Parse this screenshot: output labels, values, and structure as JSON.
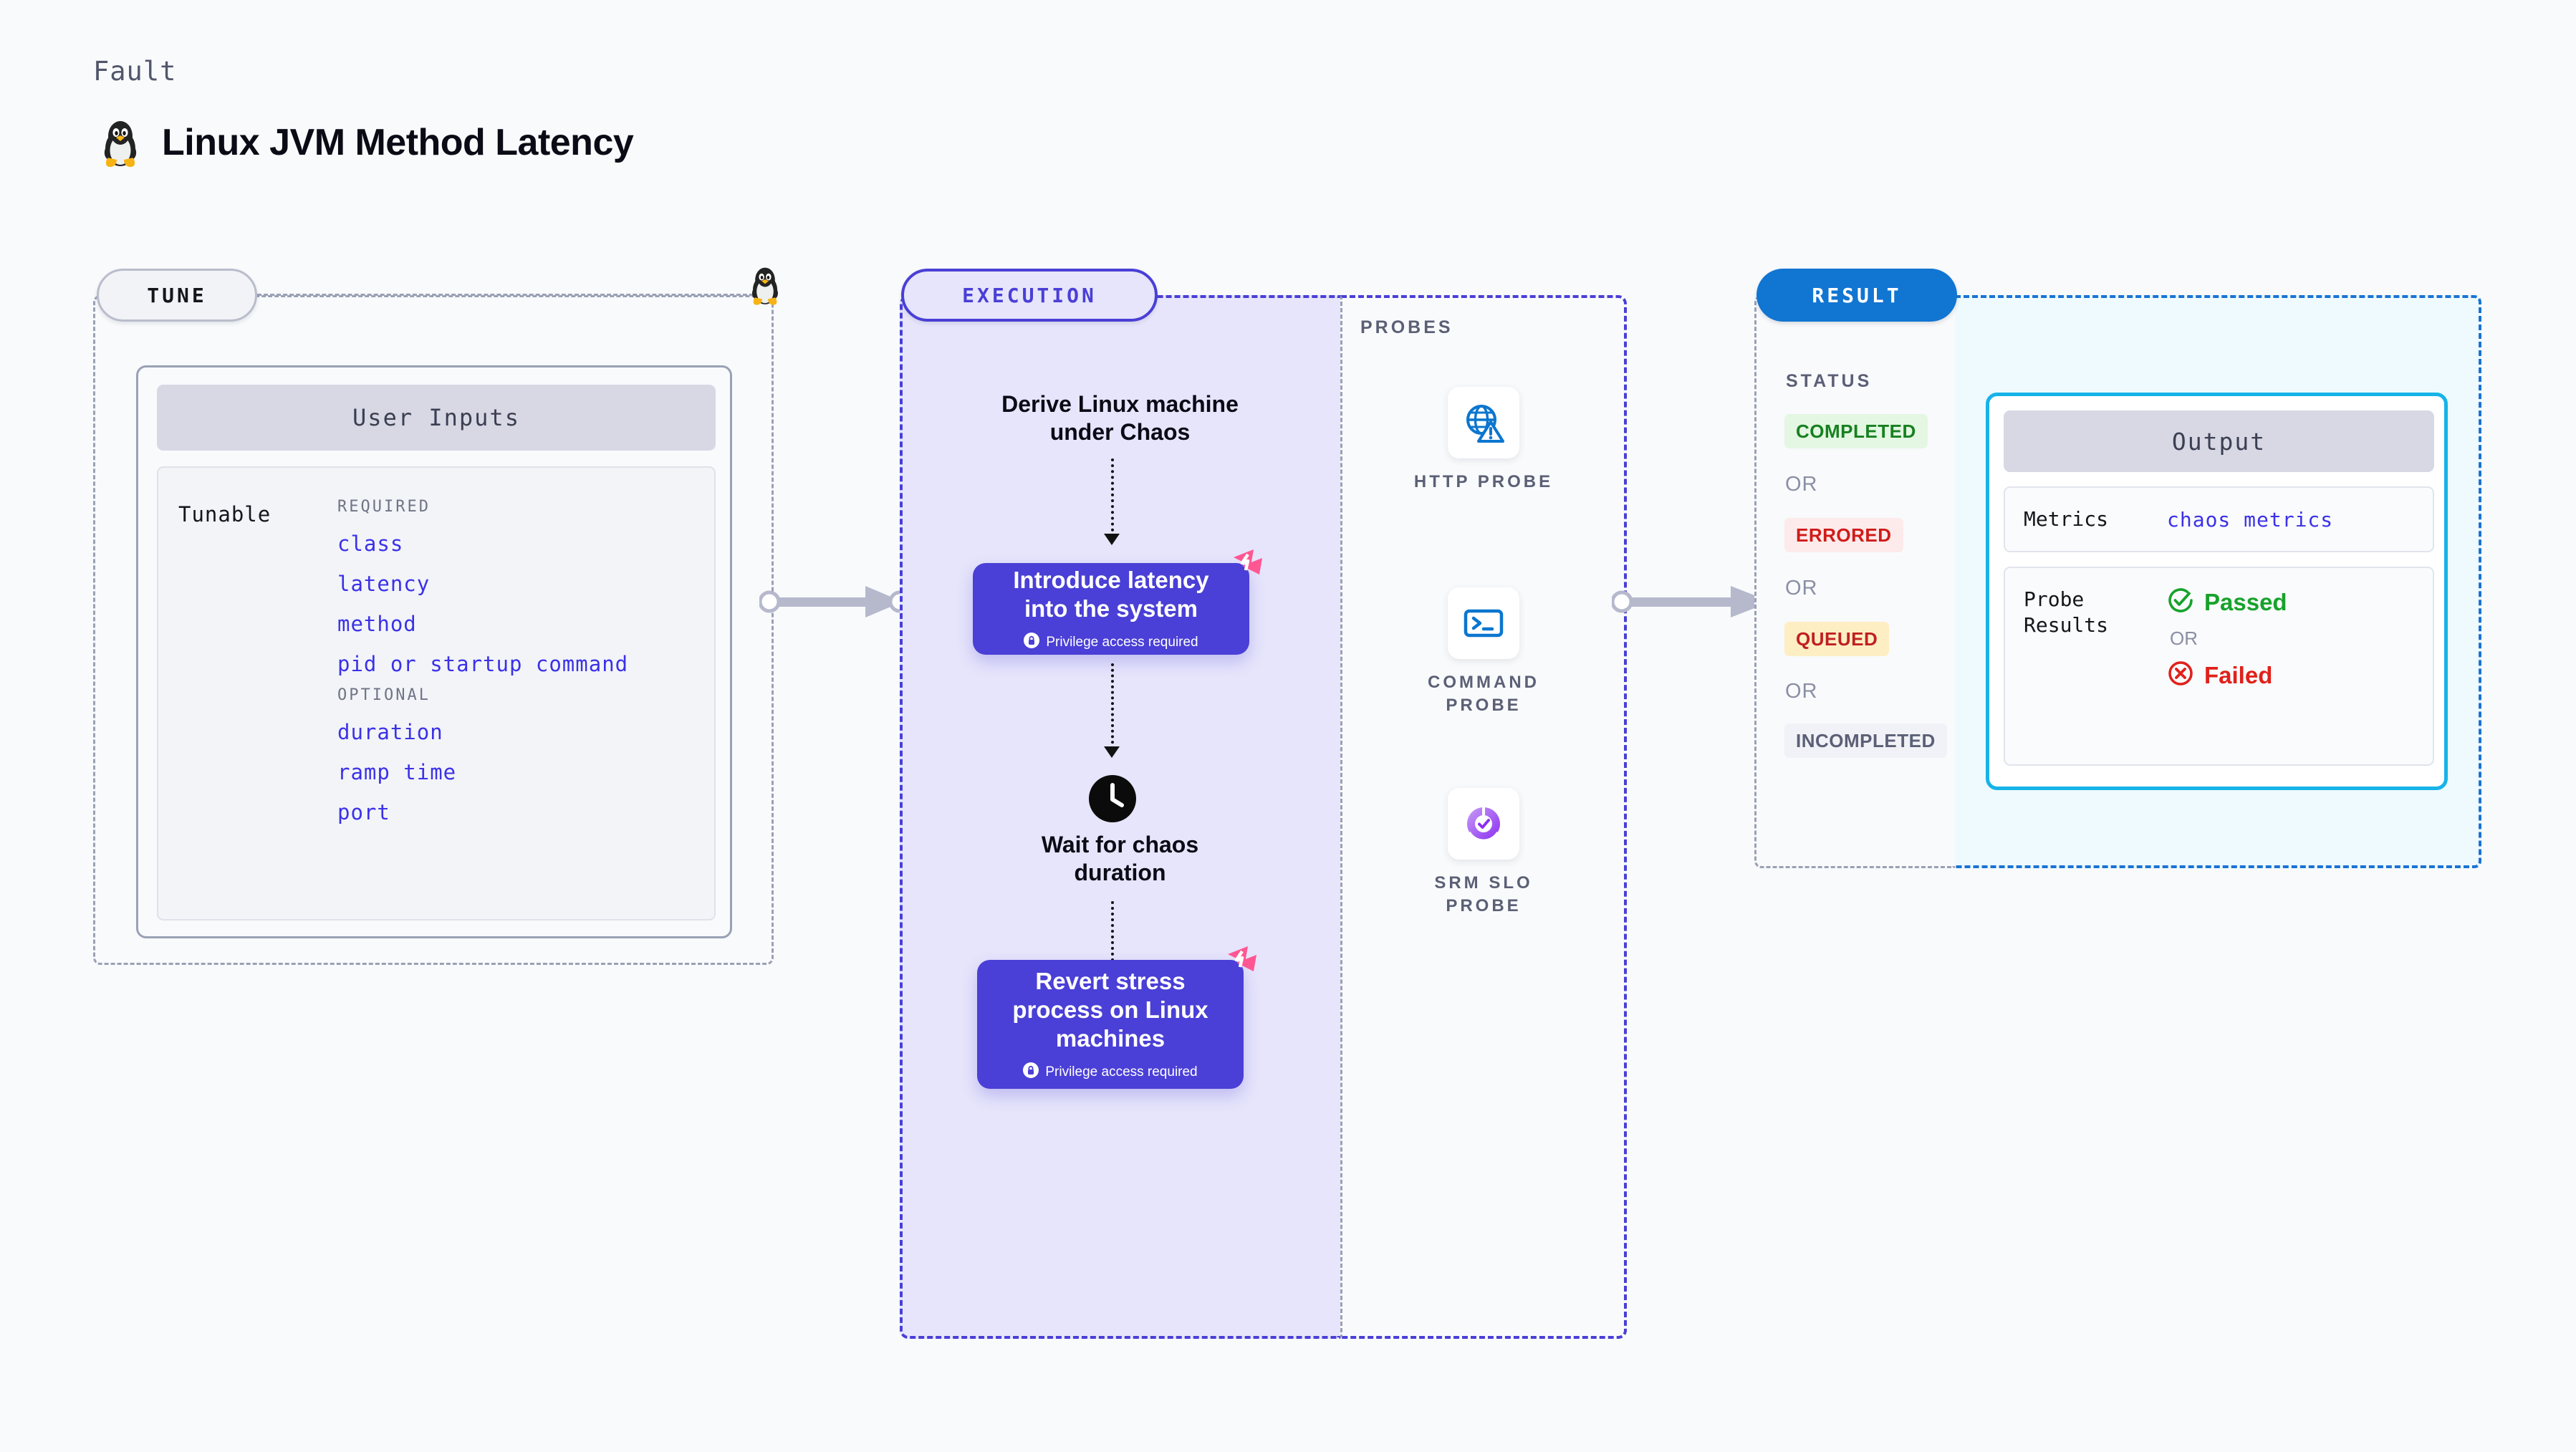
{
  "header": {
    "kicker": "Fault",
    "title": "Linux JVM Method Latency",
    "icon": "linux-penguin-icon"
  },
  "tune": {
    "pill_label": "TUNE",
    "card_title": "User Inputs",
    "tunable_label": "Tunable",
    "groups": [
      {
        "group_label": "REQUIRED",
        "params": [
          "class",
          "latency",
          "method",
          "pid or startup command"
        ]
      },
      {
        "group_label": "OPTIONAL",
        "params": [
          "duration",
          "ramp time",
          "port"
        ]
      }
    ]
  },
  "execution": {
    "pill_label": "EXECUTION",
    "steps": [
      {
        "kind": "text",
        "label": "Derive Linux machine\nunder Chaos"
      },
      {
        "kind": "action",
        "label": "Introduce latency\ninto the system",
        "note": "Privilege access required",
        "note_icon": "lock-icon",
        "badge_icon": "harness-logo-icon"
      },
      {
        "kind": "wait",
        "icon": "clock-icon",
        "label": "Wait for chaos\nduration"
      },
      {
        "kind": "action",
        "label": "Revert stress\nprocess on Linux\nmachines",
        "note": "Privilege access required",
        "note_icon": "lock-icon",
        "badge_icon": "harness-logo-icon"
      }
    ]
  },
  "probes": {
    "section_label": "PROBES",
    "items": [
      {
        "name": "HTTP  PROBE",
        "icon": "globe-warning-icon"
      },
      {
        "name": "COMMAND\nPROBE",
        "icon": "terminal-icon"
      },
      {
        "name": "SRM  SLO\nPROBE",
        "icon": "srm-slo-icon"
      }
    ]
  },
  "result": {
    "pill_label": "RESULT",
    "status_label": "STATUS",
    "or_label": "OR",
    "statuses": [
      {
        "label": "COMPLETED",
        "bg": "#e3f7e3",
        "fg": "#17801f"
      },
      {
        "label": "ERRORED",
        "bg": "#fdeaea",
        "fg": "#cf1b18"
      },
      {
        "label": "QUEUED",
        "bg": "#fdeec4",
        "fg": "#c02020"
      },
      {
        "label": "INCOMPLETED",
        "bg": "#f1f2f7",
        "fg": "#5b6076"
      }
    ],
    "output": {
      "title": "Output",
      "metrics_key": "Metrics",
      "metrics_value": "chaos metrics",
      "probe_results_key": "Probe\nResults",
      "passed_label": "Passed",
      "failed_label": "Failed",
      "or_label": "OR",
      "passed_icon": "check-circle-icon",
      "failed_icon": "x-circle-icon"
    }
  },
  "colors": {
    "accent_purple": "#4a3fd6",
    "accent_blue": "#1175d2",
    "accent_cyan": "#16b3e8",
    "harness_pink": "#ff5792",
    "param_blue": "#3b31e8",
    "canvas_bg": "#f8fafc"
  }
}
